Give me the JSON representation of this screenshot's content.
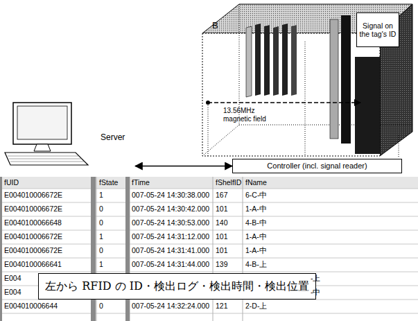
{
  "diagram": {
    "nodes": [
      {
        "text": [
          "Server"
        ]
      },
      {
        "text": [
          "Controller (incl. signal reader)"
        ]
      },
      {
        "text": [
          "Signal on the tag's ID"
        ]
      },
      {
        "text": [
          "左から RFID の ID・検出ログ・検出時間・検出位置"
        ]
      }
    ],
    "edges": [
      {
        "from": 0,
        "to": 1,
        "arrow": "both"
      }
    ],
    "labels": [
      "B",
      "13.56MHz magnetic field",
      "fUID",
      "fState",
      "fTime",
      "fShelfID",
      "fName",
      "E004010006672E",
      "1",
      "007-05-24 14:30:38.000",
      "167",
      "6-C-中",
      "E004010006672E",
      "0",
      "007-05-24 14:30:42.000",
      "101",
      "1-A-中",
      "E0040100066648",
      "0",
      "007-05-24 14:30:53.000",
      "140",
      "4-B-中",
      "E004010006672E",
      "1",
      "007-05-24 14:31:12.000",
      "101",
      "1-A-中",
      "E004010006672E",
      "0",
      "007-05-24 14:31:41.000",
      "101",
      "1-A-中",
      "E0040100066641",
      "1",
      "007-05-24 14:31:44.000",
      "139",
      "4-B-上",
      "E004",
      "-上",
      "E004",
      "-中",
      "E004010006644",
      "0",
      "007-05-24 14:32:24.000",
      "121",
      "2-D-上"
    ]
  }
}
